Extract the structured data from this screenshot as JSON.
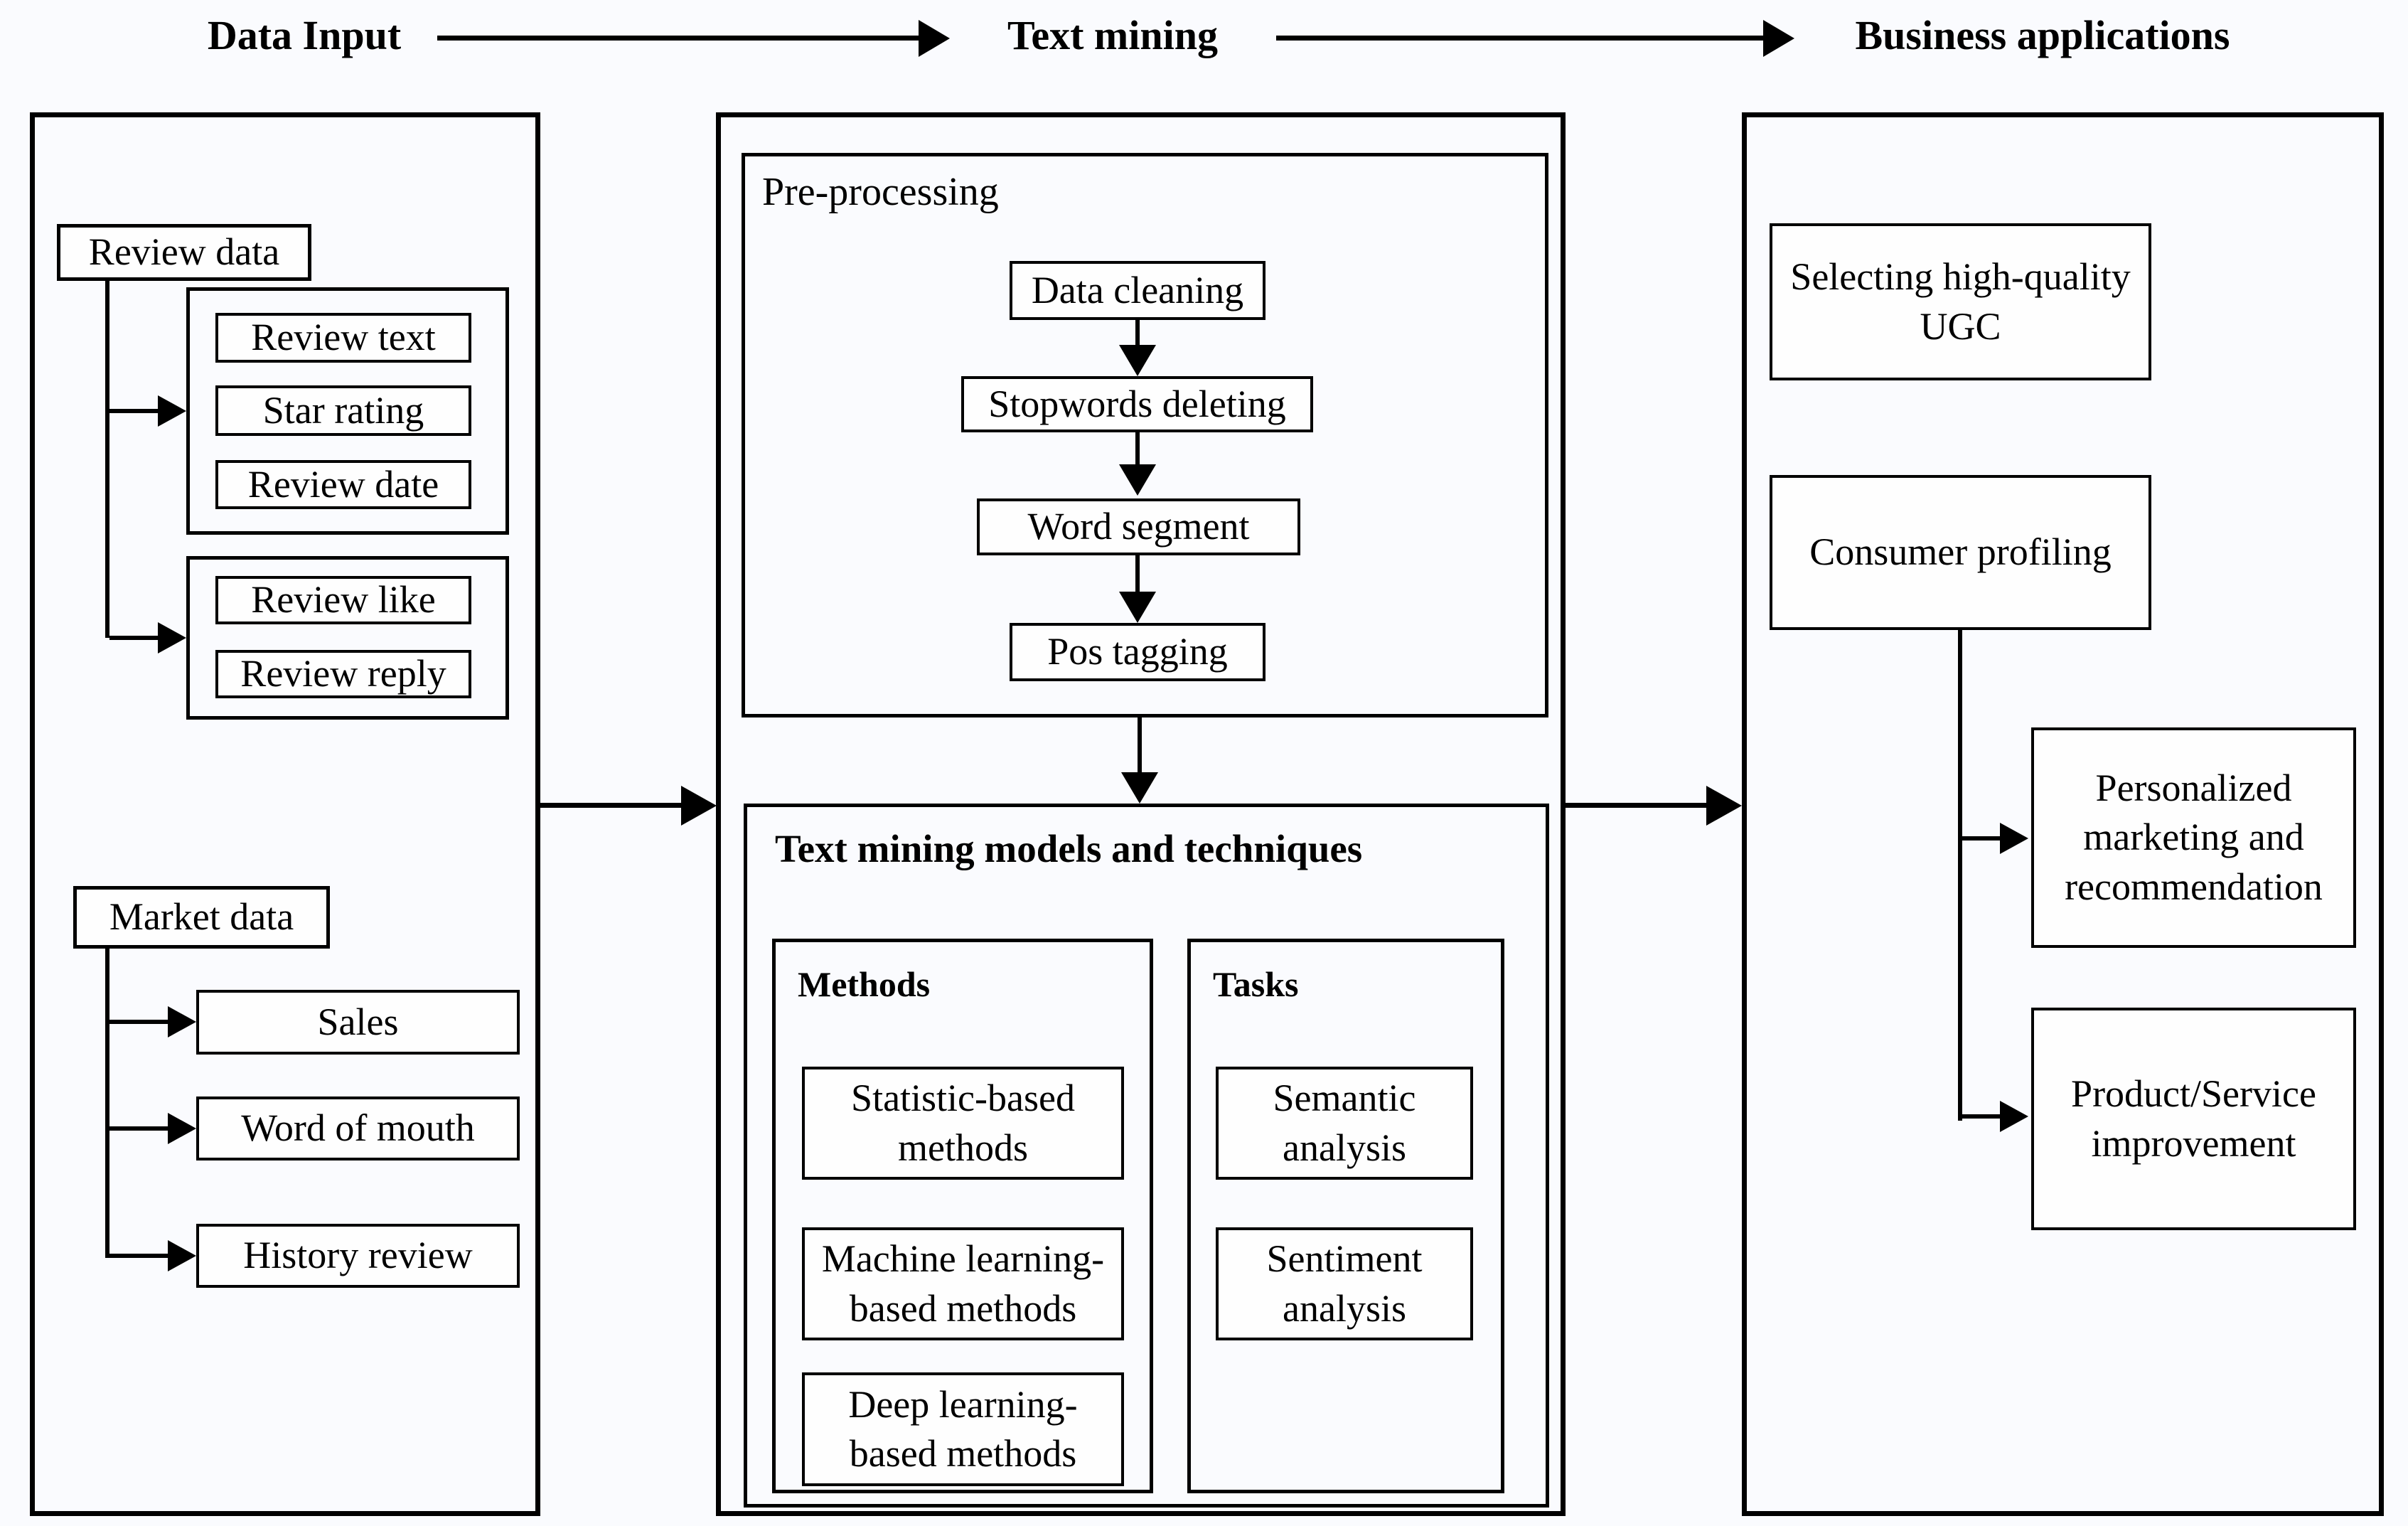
{
  "header": {
    "stages": [
      "Data Input",
      "Text mining",
      "Business applications"
    ]
  },
  "data_input": {
    "review_data": {
      "label": "Review data",
      "attributes_group_1": [
        "Review text",
        "Star rating",
        "Review date"
      ],
      "attributes_group_2": [
        "Review like",
        "Review reply"
      ]
    },
    "market_data": {
      "label": "Market data",
      "attributes": [
        "Sales",
        "Word of mouth",
        "History review"
      ]
    }
  },
  "text_mining": {
    "pre_processing": {
      "label": "Pre-processing",
      "steps": [
        "Data cleaning",
        "Stopwords deleting",
        "Word segment",
        "Pos tagging"
      ]
    },
    "models": {
      "label": "Text mining models and techniques",
      "methods": {
        "label": "Methods",
        "items": [
          "Statistic-based methods",
          "Machine learning-based methods",
          "Deep learning-based methods"
        ]
      },
      "tasks": {
        "label": "Tasks",
        "items": [
          "Semantic analysis",
          "Sentiment analysis"
        ]
      }
    }
  },
  "business_applications": {
    "items": [
      "Selecting high-quality UGC",
      "Consumer profiling",
      "Personalized marketing and recommendation",
      "Product/Service improvement"
    ]
  },
  "colors": {
    "line": "#000000",
    "text": "#000000",
    "page_background": "#fafbfe",
    "box_background": "#fefefe"
  }
}
